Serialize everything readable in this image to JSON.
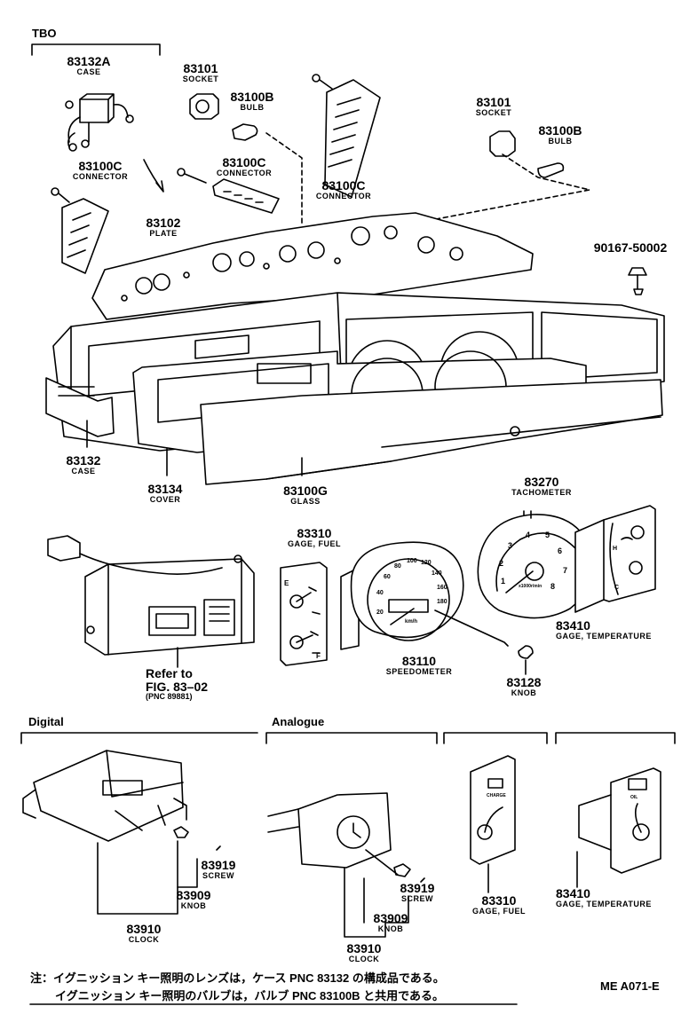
{
  "sections": {
    "tbo": "TBO",
    "digital": "Digital",
    "analogue": "Analogue"
  },
  "parts": [
    {
      "key": "case_83132a",
      "number": "83132A",
      "name": "CASE"
    },
    {
      "key": "socket_83101_a",
      "number": "83101",
      "name": "SOCKET"
    },
    {
      "key": "bulb_83100b_a",
      "number": "83100B",
      "name": "BULB"
    },
    {
      "key": "connector_83100c_a",
      "number": "83100C",
      "name": "CONNECTOR"
    },
    {
      "key": "connector_83100c_b",
      "number": "83100C",
      "name": "CONNECTOR"
    },
    {
      "key": "connector_83100c_c",
      "number": "83100C",
      "name": "CONNECTOR"
    },
    {
      "key": "socket_83101_b",
      "number": "83101",
      "name": "SOCKET"
    },
    {
      "key": "bulb_83100b_b",
      "number": "83100B",
      "name": "BULB"
    },
    {
      "key": "plate_83102",
      "number": "83102",
      "name": "PLATE"
    },
    {
      "key": "bolt_90167",
      "number": "90167-50002",
      "name": ""
    },
    {
      "key": "case_83132",
      "number": "83132",
      "name": "CASE"
    },
    {
      "key": "cover_83134",
      "number": "83134",
      "name": "COVER"
    },
    {
      "key": "glass_83100g",
      "number": "83100G",
      "name": "GLASS"
    },
    {
      "key": "tacho_83270",
      "number": "83270",
      "name": "TACHOMETER"
    },
    {
      "key": "fuel_83310_a",
      "number": "83310",
      "name": "GAGE, FUEL"
    },
    {
      "key": "temp_83410_a",
      "number": "83410",
      "name": "GAGE, TEMPERATURE"
    },
    {
      "key": "speedo_83110",
      "number": "83110",
      "name": "SPEEDOMETER"
    },
    {
      "key": "knob_83128",
      "number": "83128",
      "name": "KNOB"
    },
    {
      "key": "screw_83919_a",
      "number": "83919",
      "name": "SCREW"
    },
    {
      "key": "knob_83909_a",
      "number": "83909",
      "name": "KNOB"
    },
    {
      "key": "clock_83910_a",
      "number": "83910",
      "name": "CLOCK"
    },
    {
      "key": "screw_83919_b",
      "number": "83919",
      "name": "SCREW"
    },
    {
      "key": "knob_83909_b",
      "number": "83909",
      "name": "KNOB"
    },
    {
      "key": "clock_83910_b",
      "number": "83910",
      "name": "CLOCK"
    },
    {
      "key": "fuel_83310_b",
      "number": "83310",
      "name": "GAGE, FUEL"
    },
    {
      "key": "temp_83410_b",
      "number": "83410",
      "name": "GAGE, TEMPERATURE"
    }
  ],
  "reference": {
    "line1": "Refer to",
    "line2": "FIG. 83–02",
    "line3": "(PNC 89881)"
  },
  "gauge_marks": {
    "tach_numbers": [
      "1",
      "2",
      "3",
      "4",
      "5",
      "6",
      "7",
      "8"
    ],
    "speedo_numbers": [
      "20",
      "40",
      "60",
      "80",
      "100",
      "120",
      "140",
      "160",
      "180"
    ],
    "speedo_unit": "km/h",
    "tach_unit": "x1000r/min",
    "fuel_top": "E",
    "fuel_bottom": "F",
    "temp_h": "H",
    "temp_c": "C",
    "charge_label": "CHARGE",
    "oil_label": "OIL"
  },
  "notes": {
    "line1": "注：イグニッション キー照明のレンズは，ケース PNC 83132 の構成品である。",
    "line2": "イグニッション キー照明のバルブは，バルブ PNC 83100B と共用である。"
  },
  "figure_code": "ME A071-E"
}
